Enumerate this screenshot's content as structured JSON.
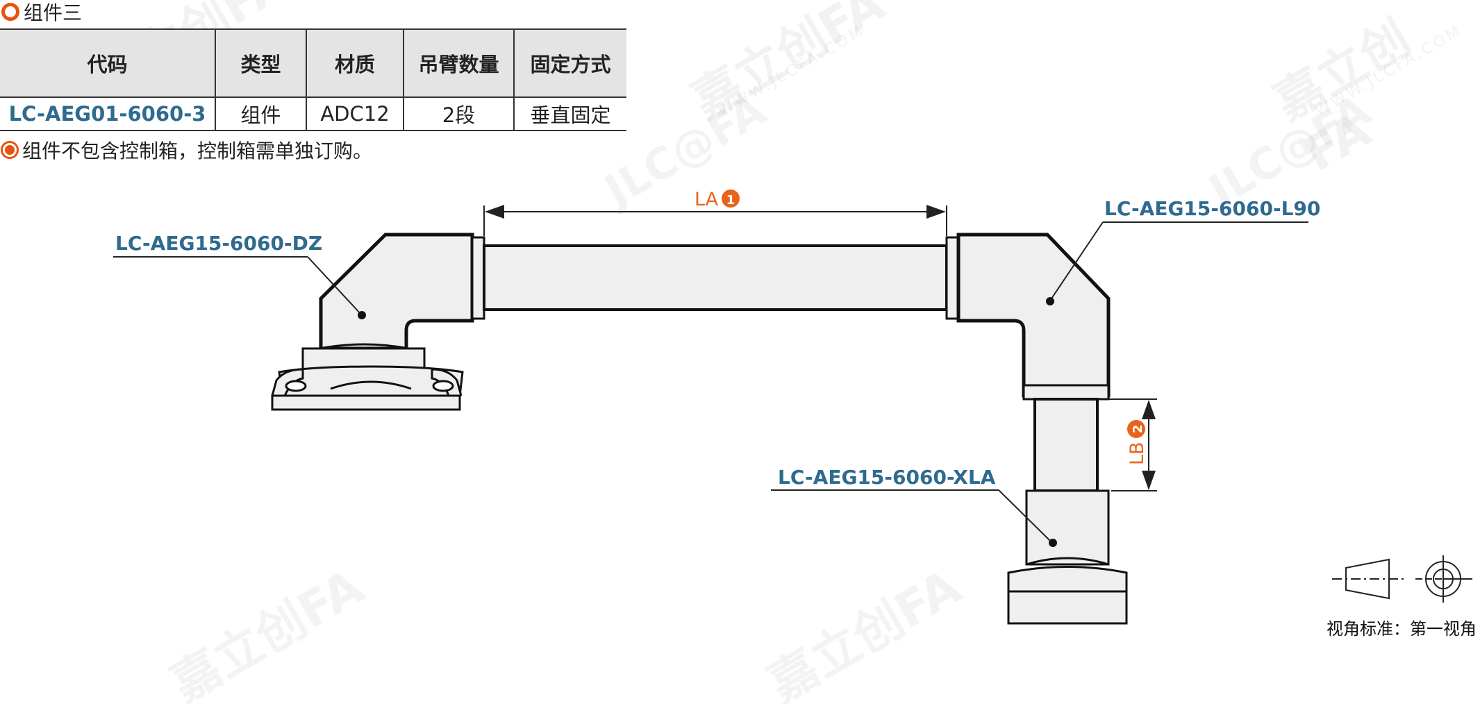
{
  "section": {
    "title": "组件三"
  },
  "table": {
    "headers": [
      "代码",
      "类型",
      "材质",
      "吊臂数量",
      "固定方式"
    ],
    "rows": [
      [
        "LC-AEG01-6060-3",
        "组件",
        "ADC12",
        "2段",
        "垂直固定"
      ]
    ]
  },
  "note": "组件不包含控制箱，控制箱需单独订购。",
  "drawing": {
    "callouts": {
      "dz": "LC-AEG15-6060-DZ",
      "l90": "LC-AEG15-6060-L90",
      "xla": "LC-AEG15-6060-XLA"
    },
    "dims": {
      "la": {
        "label": "LA",
        "badge": "1"
      },
      "lb": {
        "label": "LB",
        "badge": "2"
      }
    }
  },
  "projection": {
    "label": "视角标准：第一视角"
  },
  "watermark": {
    "brand": "嘉立创FA",
    "logo": "JLC@FA",
    "site": "WWW.JLCFA.COM"
  },
  "colors": {
    "accent": "#e8520f",
    "code_blue": "#2f6a8f",
    "header_bg": "#e4e4e4"
  }
}
